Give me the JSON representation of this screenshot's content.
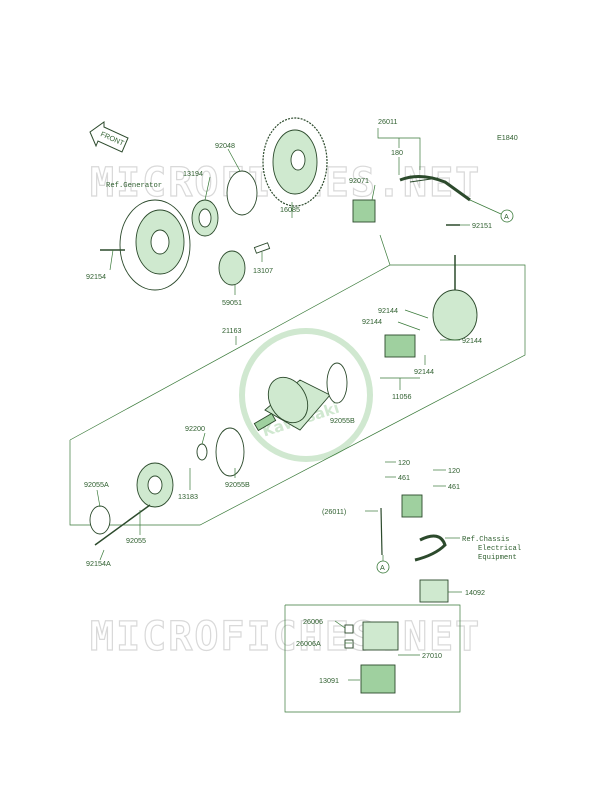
{
  "diagram_code": "E1840",
  "front_arrow": "FRONT",
  "watermark": "MICROFICHES.NET",
  "logo_text": "Kawasaki",
  "labels": {
    "p26011_top": "26011",
    "p180": "180",
    "p92071": "92071",
    "ref_a_top": "A",
    "p92151": "92151",
    "p92048": "92048",
    "p13194": "13194",
    "ref_generator": "Ref.Generator",
    "p16085": "16085",
    "p92154": "92154",
    "p13107": "13107",
    "p59051": "59051",
    "p21163": "21163",
    "p92144_a": "92144",
    "p92144_b": "92144",
    "p92144_c": "92144",
    "p92144_d": "92144",
    "p11056": "11056",
    "p92055b_a": "92055B",
    "p92200": "92200",
    "p92055b_b": "92055B",
    "p13183": "13183",
    "p92055a": "92055A",
    "p92055": "92055",
    "p92154a": "92154A",
    "p120_a": "120",
    "p461_a": "461",
    "p120_b": "120",
    "p461_b": "461",
    "p26011_paren": "(26011)",
    "ref_chassis_1": "Ref.Chassis",
    "ref_chassis_2": "Electrical",
    "ref_chassis_3": "Equipment",
    "ref_a_bottom": "A",
    "p14092": "14092",
    "p26006": "26006",
    "p26006a": "26006A",
    "p27010": "27010",
    "p13091": "13091"
  },
  "colors": {
    "line": "#3a7a3a",
    "part_fill": "#cfe9cf",
    "part_dark": "#9fd09f",
    "text": "#2f5f2f"
  }
}
